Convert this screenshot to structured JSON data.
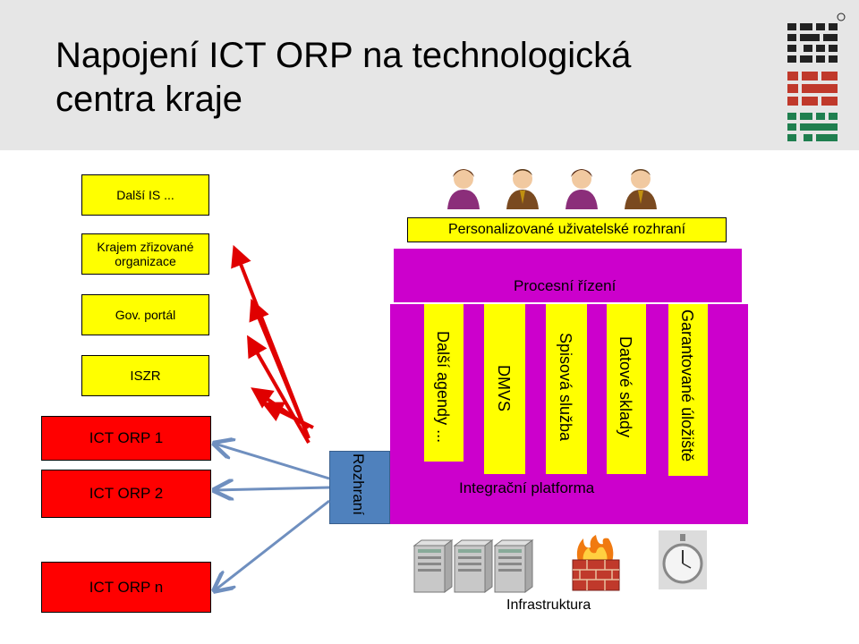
{
  "title": "Napojení ICT ORP na technologická centra kraje",
  "left_boxes": {
    "dalsi_is": "Další IS ...",
    "krajem": "Krajem zřizované organizace",
    "gov_portal": "Gov. portál",
    "iszr": "ISZR",
    "ict_orp_1": "ICT ORP  1",
    "ict_orp_2": "ICT ORP  2",
    "ict_orp_n": "ICT ORP  n"
  },
  "center": {
    "personalizovane": "Personalizované uživatelské rozhraní",
    "procesni_rizeni": "Procesní řízení",
    "rozhrani": "Rozhraní",
    "columns": [
      "Další agendy ...",
      "DMVS",
      "Spisová služba",
      "Datové sklady",
      "Garantované úložiště"
    ],
    "integracni_platforma": "Integrační platforma",
    "infrastruktura": "Infrastruktura"
  },
  "icons": [
    "user-icon",
    "user-icon",
    "user-icon",
    "user-icon",
    "server-icon",
    "server-icon",
    "server-icon",
    "firewall-icon",
    "stopwatch-icon",
    "ibm-logo"
  ],
  "colors": {
    "yellow": "#ffff00",
    "red": "#ff0000",
    "magenta": "#cc00cc",
    "blue": "#4f81bd",
    "header": "#e6e6e6"
  }
}
